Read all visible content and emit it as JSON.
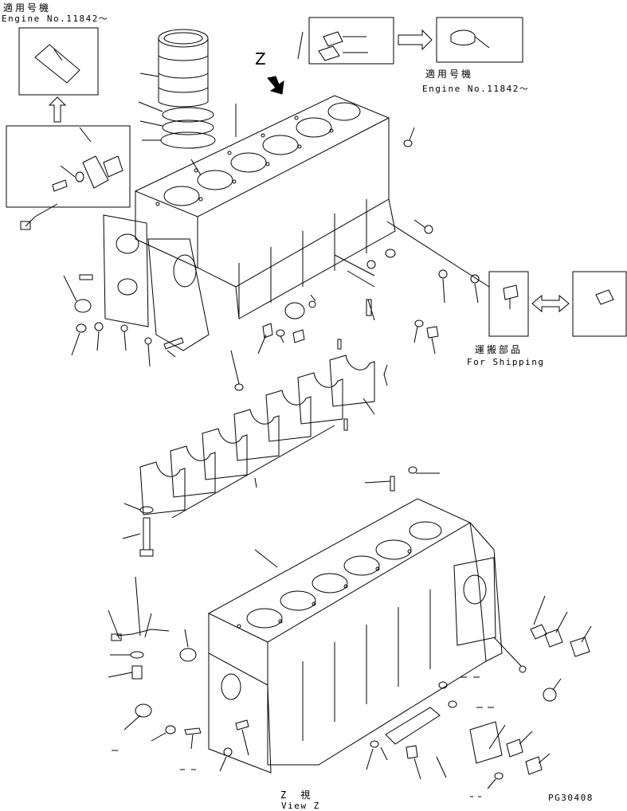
{
  "applicable_model_jp": "適用号機",
  "engine_no_left": "Engine No.11842～",
  "engine_no_right": "Engine No.11842～",
  "view_letter": "Z",
  "shipping_jp": "運搬部品",
  "shipping_en": "For Shipping",
  "view_z_jp": "Z　視",
  "view_z_en": "View Z",
  "drawing_no": "PG30408"
}
